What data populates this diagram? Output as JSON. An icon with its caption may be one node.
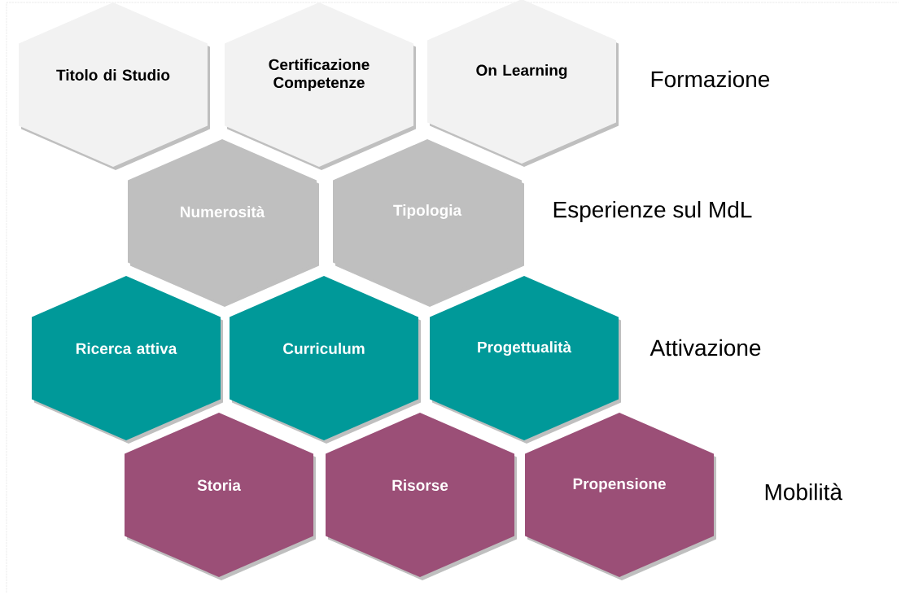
{
  "diagram": {
    "nodes": [
      {
        "text": [
          "Titolo di Studio"
        ]
      },
      {
        "text": [
          "Certificazione Competenze"
        ]
      },
      {
        "text": [
          "On Learning"
        ]
      },
      {
        "text": [
          "Numerosità"
        ]
      },
      {
        "text": [
          "Tipologia"
        ]
      },
      {
        "text": [
          "Ricerca attiva"
        ]
      },
      {
        "text": [
          "Curriculum"
        ]
      },
      {
        "text": [
          "Progettualità"
        ]
      },
      {
        "text": [
          "Storia"
        ]
      },
      {
        "text": [
          "Risorse"
        ]
      },
      {
        "text": [
          "Propensione"
        ]
      }
    ],
    "labels": [
      "Formazione",
      "Esperienze sul MdL",
      "Attivazione",
      "Mobilità"
    ]
  }
}
